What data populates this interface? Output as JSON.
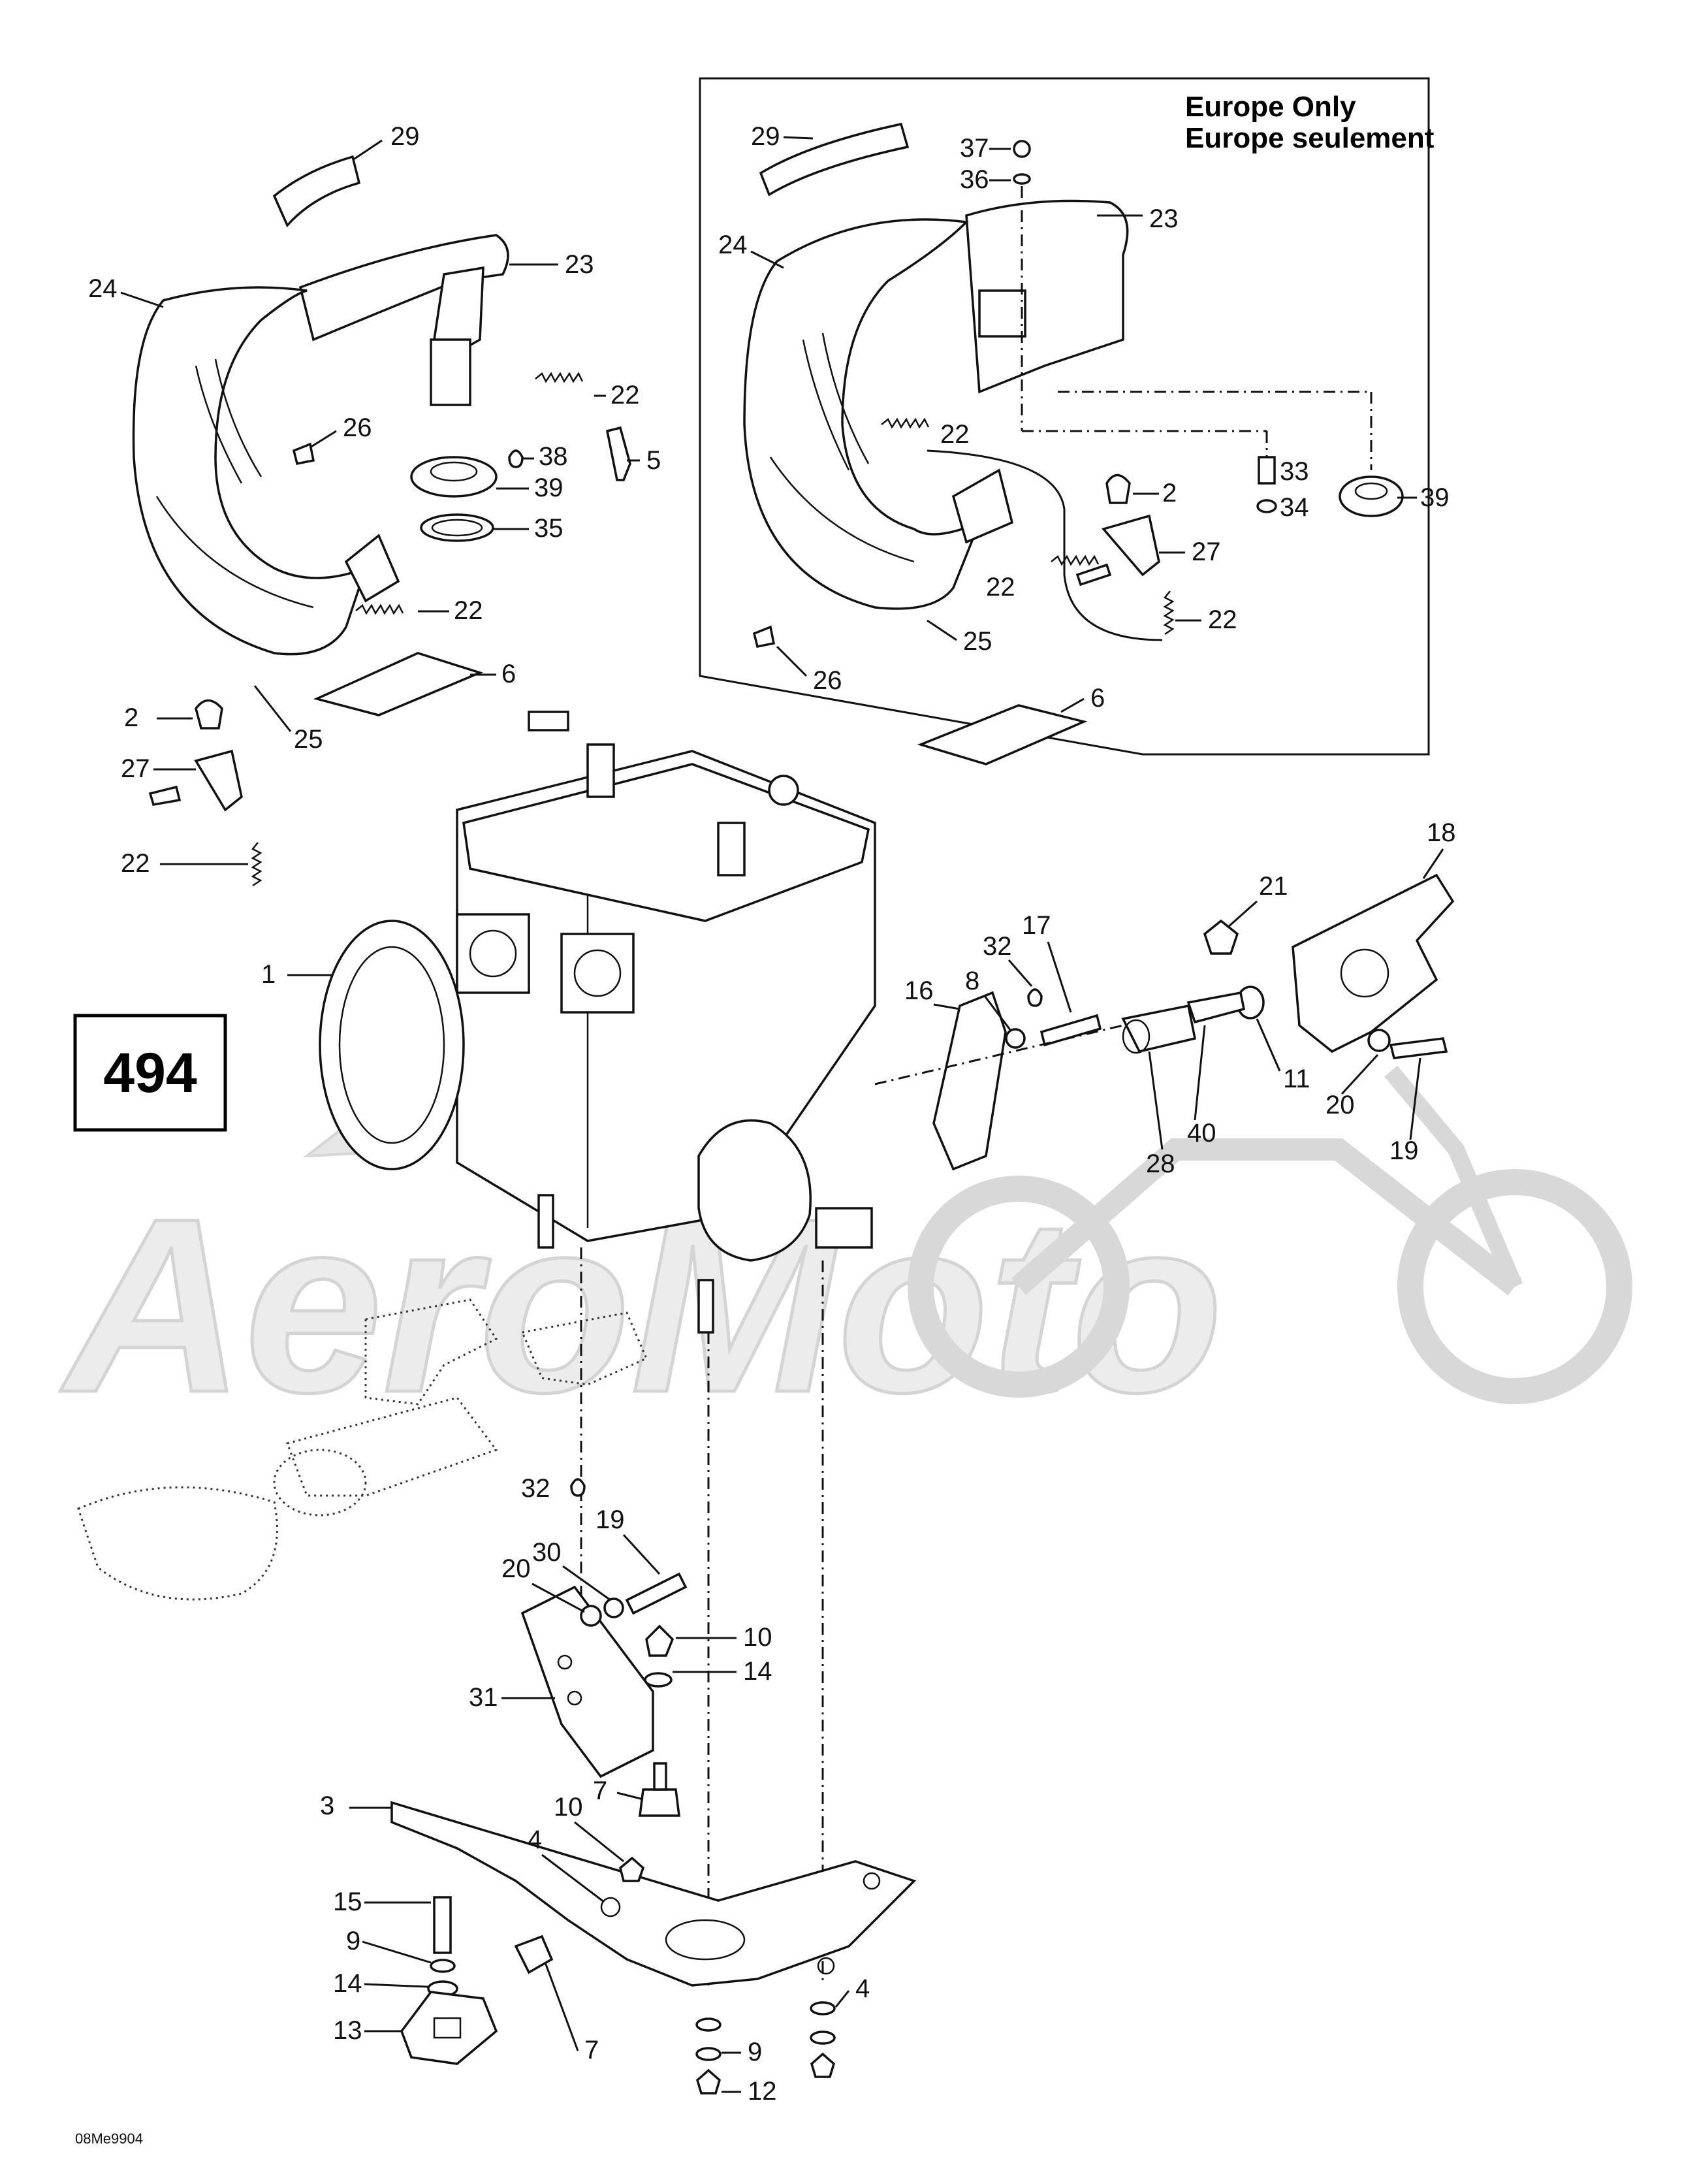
{
  "page_number": "494",
  "reference_code": "08Me9904",
  "watermark_text": "AeroMoto",
  "europe_inset": {
    "title_line1": "Europe Only",
    "title_line2": "Europe seulement",
    "callouts": [
      "29",
      "37",
      "36",
      "23",
      "24",
      "22",
      "33",
      "2",
      "34",
      "39",
      "27",
      "22",
      "25",
      "26",
      "6",
      "22"
    ]
  },
  "main_callouts": [
    "29",
    "24",
    "23",
    "22",
    "26",
    "38",
    "5",
    "39",
    "35",
    "22",
    "6",
    "2",
    "25",
    "27",
    "22",
    "1",
    "18",
    "21",
    "32",
    "17",
    "16",
    "8",
    "11",
    "20",
    "19",
    "28",
    "40",
    "32",
    "19",
    "30",
    "20",
    "10",
    "14",
    "31",
    "7",
    "3",
    "4",
    "10",
    "15",
    "9",
    "14",
    "13",
    "7",
    "4",
    "9",
    "12"
  ],
  "colors": {
    "line": "#111111",
    "watermark": "#e6e6e6",
    "background": "#ffffff"
  }
}
